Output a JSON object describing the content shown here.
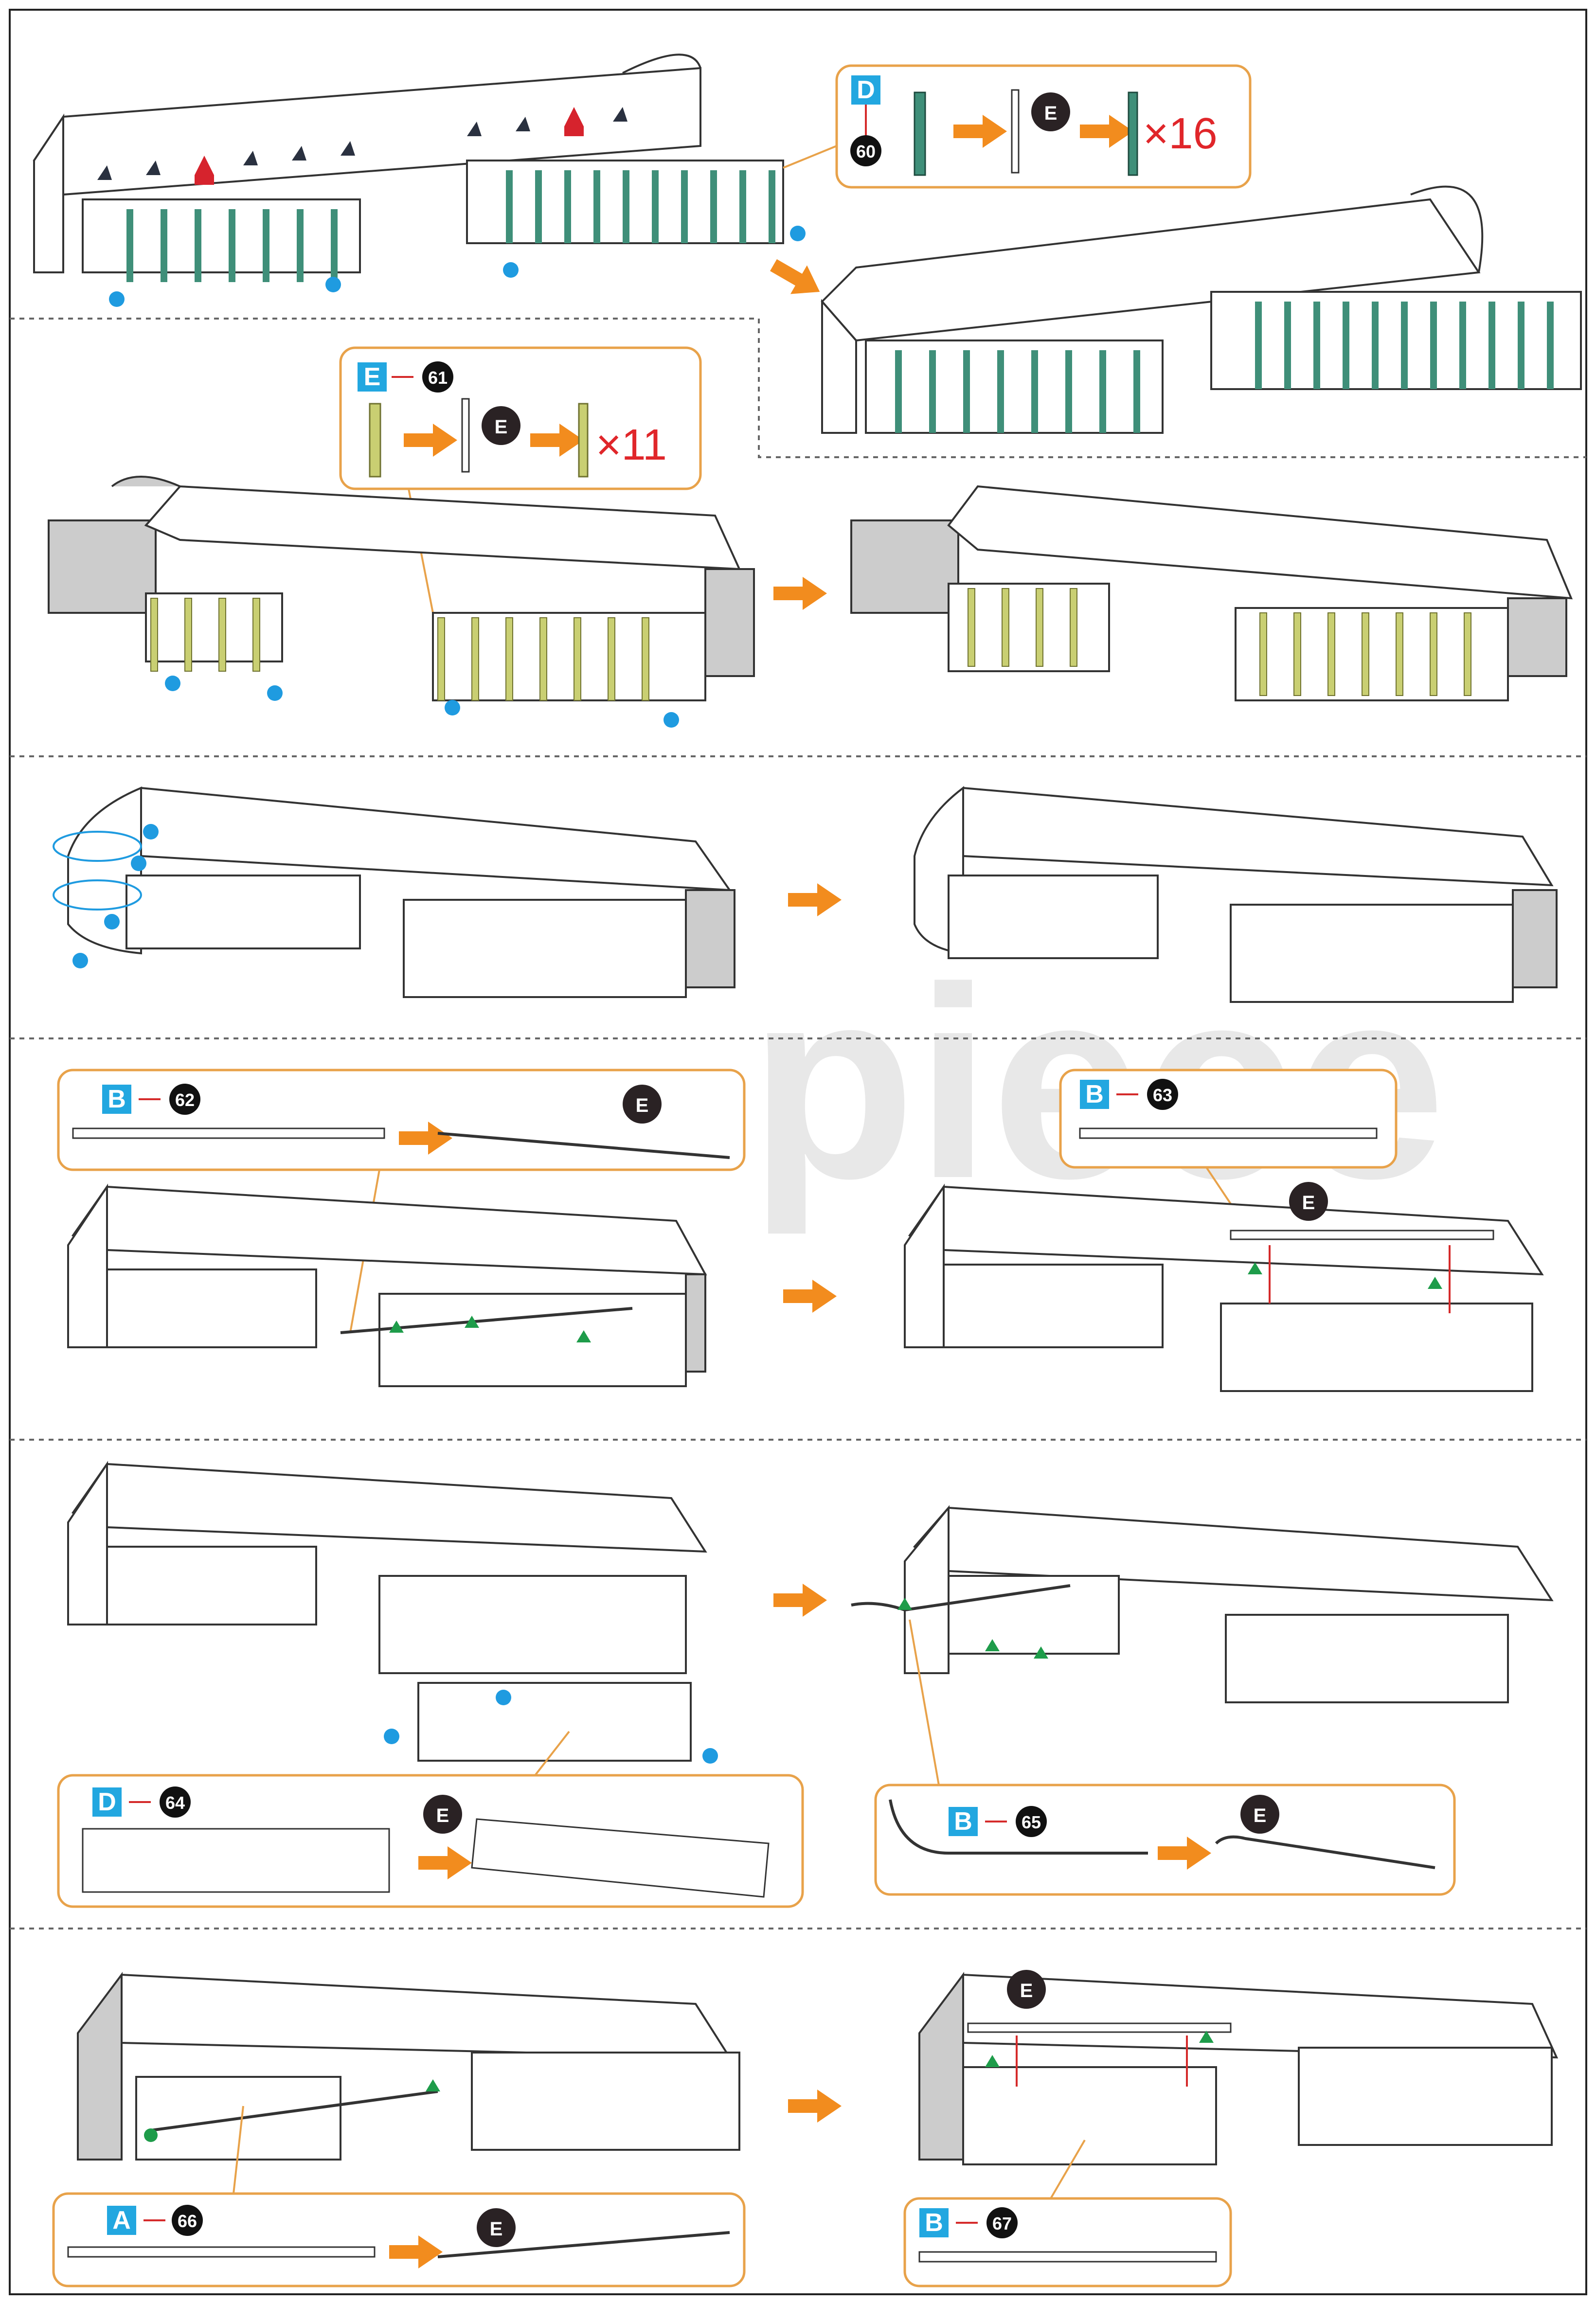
{
  "watermark": "piece",
  "colors": {
    "green_part": "#3f8f79",
    "yellow_part": "#c9cf72",
    "callout_border": "#e8a24a",
    "letter_badge": "#22a7e0",
    "arrow_orange": "#f28c1e",
    "count_red": "#e0262a",
    "dot_blue": "#1f9be0",
    "triangle_green": "#1e9c4a",
    "red_arrow": "#d52b2b"
  },
  "callouts": [
    {
      "id": "c60",
      "sheet": "D",
      "number": "60",
      "tool": "E",
      "count": "×16"
    },
    {
      "id": "c61",
      "sheet": "E",
      "number": "61",
      "tool": "E",
      "count": "×11"
    },
    {
      "id": "c62",
      "sheet": "B",
      "number": "62",
      "tool": "E"
    },
    {
      "id": "c63",
      "sheet": "B",
      "number": "63"
    },
    {
      "id": "c64",
      "sheet": "D",
      "number": "64",
      "tool": "E"
    },
    {
      "id": "c65",
      "sheet": "B",
      "number": "65",
      "tool": "E"
    },
    {
      "id": "c66",
      "sheet": "A",
      "number": "66",
      "tool": "E"
    },
    {
      "id": "c67",
      "sheet": "B",
      "number": "67"
    }
  ],
  "step_markers": {
    "tool_63": "E",
    "tool_67": "E"
  }
}
